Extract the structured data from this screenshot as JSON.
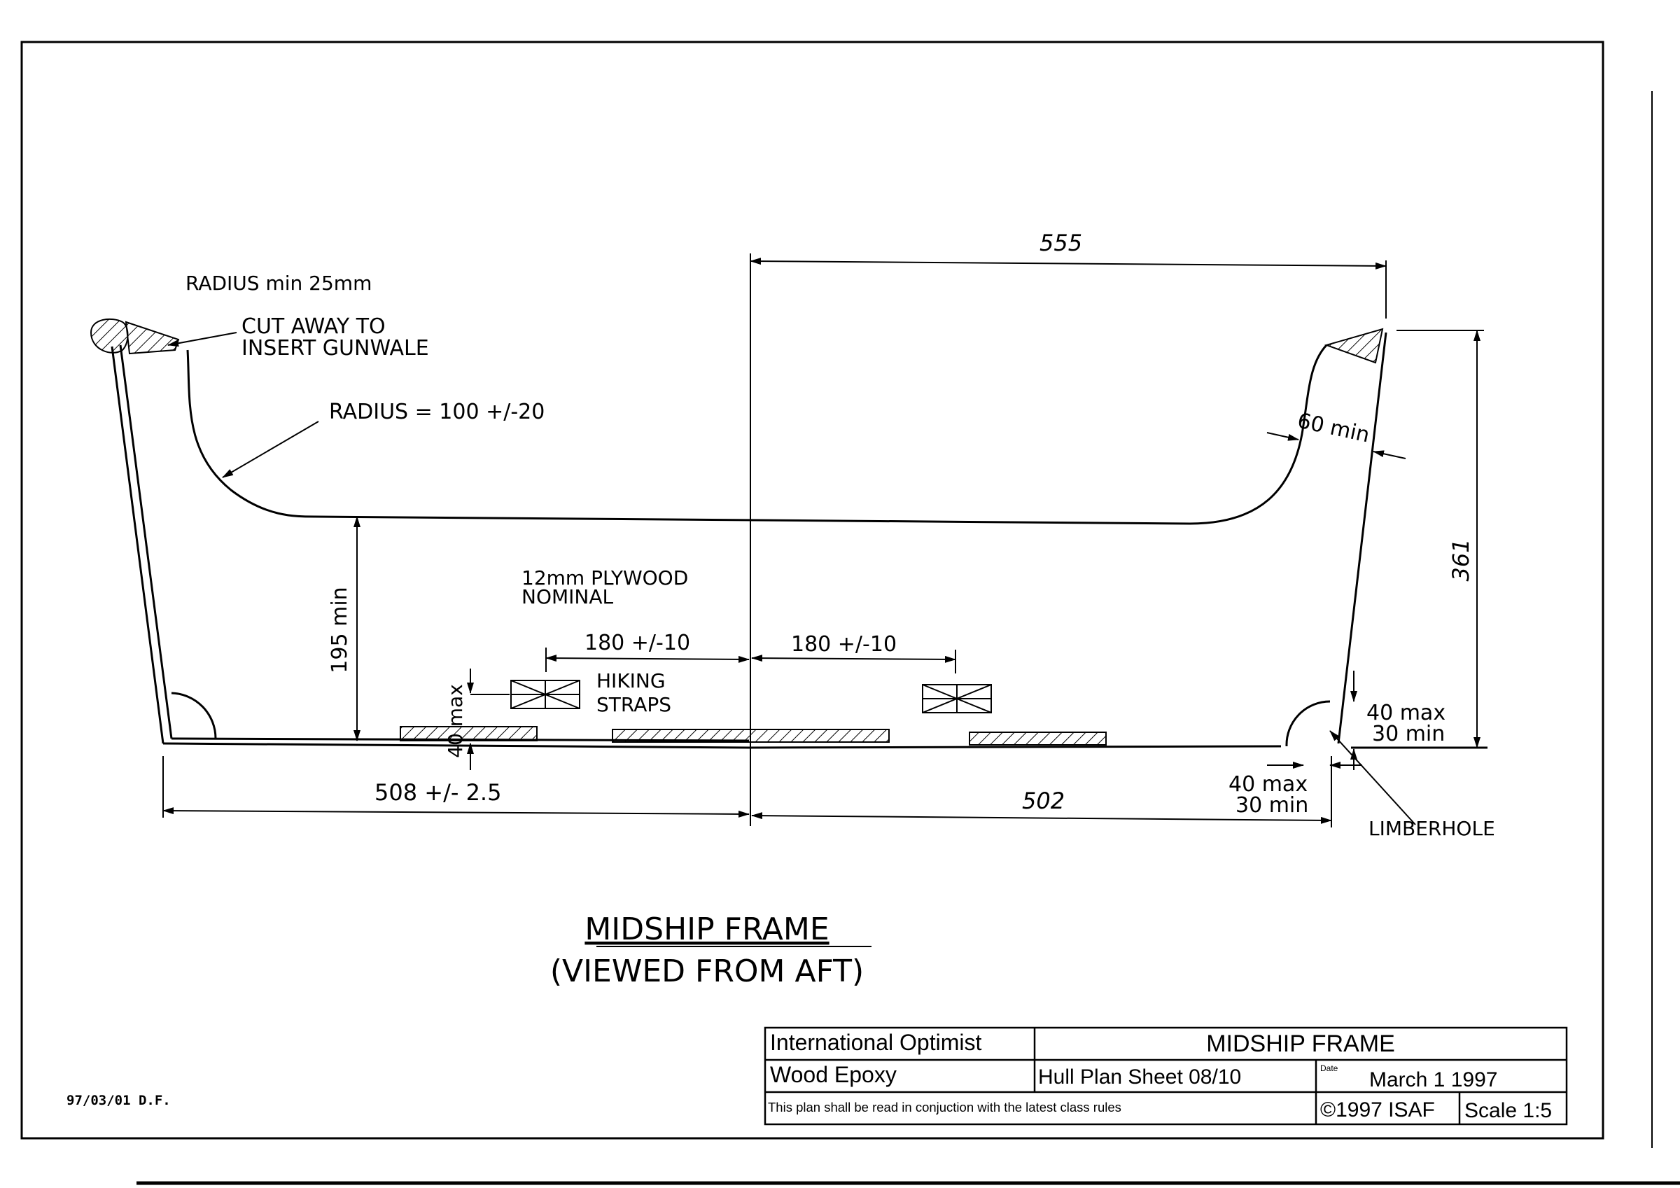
{
  "drawing": {
    "title": "MIDSHIP FRAME",
    "subtitle": "(VIEWED FROM AFT)"
  },
  "annotations": {
    "radius_min": "RADIUS min 25mm",
    "cut_away_line1": "CUT AWAY TO",
    "cut_away_line2": "INSERT GUNWALE",
    "radius_main": "RADIUS = 100 +/-20",
    "plywood_line1": "12mm PLYWOOD",
    "plywood_line2": "NOMINAL",
    "hiking_line1": "HIKING",
    "hiking_line2": "STRAPS",
    "limberhole": "LIMBERHOLE"
  },
  "dimensions": {
    "top_width": "555",
    "height_right": "361",
    "width_60": "60 min",
    "depth_195": "195 min",
    "strap_left": "180 +/-10",
    "strap_right": "180 +/-10",
    "strap_height": "40 max",
    "limber_v_max": "40 max",
    "limber_v_min": "30 min",
    "limber_h_max": "40 max",
    "limber_h_min": "30 min",
    "bottom_left": "508 +/- 2.5",
    "bottom_right": "502"
  },
  "title_block": {
    "class_name": "International Optimist",
    "sheet_title": "MIDSHIP FRAME",
    "material": "Wood Epoxy",
    "sheet_ref": "Hull Plan Sheet 08/10",
    "date_label": "Date",
    "date_value": "March 1 1997",
    "note": "This plan shall be read in conjuction with the latest class rules",
    "copyright": "©1997 ISAF",
    "scale": "Scale 1:5"
  },
  "footer": {
    "drafter": "97/03/01 D.F."
  }
}
